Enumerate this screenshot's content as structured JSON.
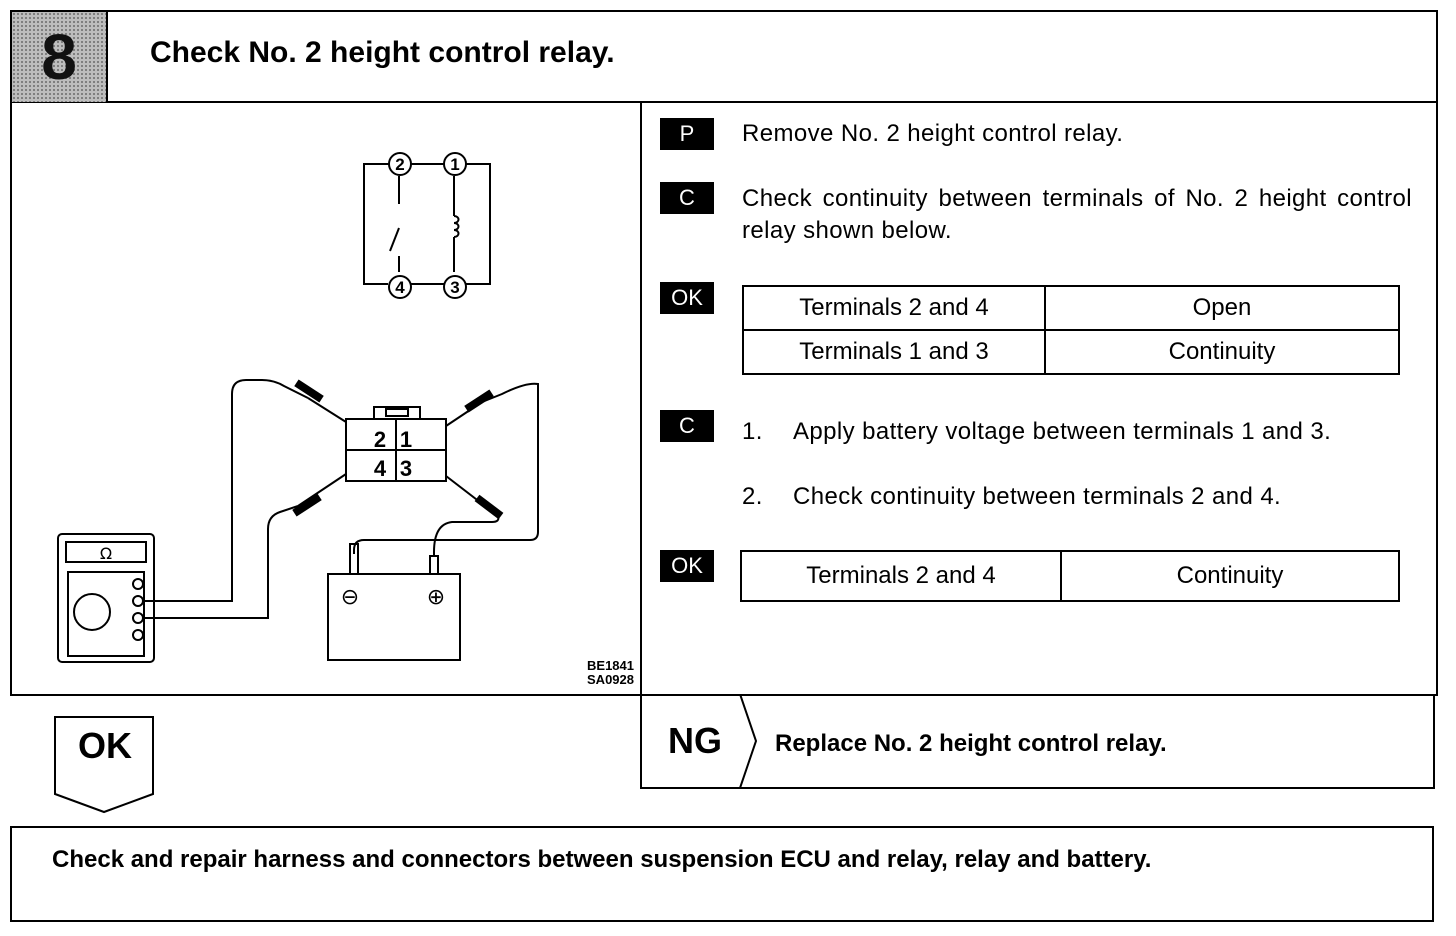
{
  "header": {
    "step_number": "8",
    "title": "Check No. 2 height control relay."
  },
  "diagram": {
    "schematic_terminals": [
      "2",
      "1",
      "4",
      "3"
    ],
    "connector_terminals": [
      "2",
      "1",
      "4",
      "3"
    ],
    "meter_symbol": "Ω",
    "battery_negative": "⊖",
    "battery_positive": "⊕",
    "figure_codes": [
      "BE1841",
      "SA0928"
    ]
  },
  "instructions": {
    "step_p": {
      "tag": "P",
      "text": "Remove No. 2 height control relay."
    },
    "step_c1": {
      "tag": "C",
      "text": "Check continuity between terminals of No. 2 height control relay shown below."
    },
    "ok1": {
      "tag": "OK",
      "rows": [
        {
          "terminals": "Terminals 2 and 4",
          "result": "Open"
        },
        {
          "terminals": "Terminals 1 and 3",
          "result": "Continuity"
        }
      ]
    },
    "step_c2": {
      "tag": "C",
      "items": [
        {
          "num": "1.",
          "text": "Apply battery voltage between terminals 1 and 3."
        },
        {
          "num": "2.",
          "text": "Check continuity between terminals 2 and 4."
        }
      ]
    },
    "ok2": {
      "tag": "OK",
      "rows": [
        {
          "terminals": "Terminals 2 and 4",
          "result": "Continuity"
        }
      ]
    }
  },
  "ng": {
    "label": "NG",
    "text": "Replace No. 2 height control relay."
  },
  "ok_flow": {
    "label": "OK"
  },
  "final": {
    "text": "Check and repair harness and connectors between suspension ECU and relay, relay and battery."
  }
}
